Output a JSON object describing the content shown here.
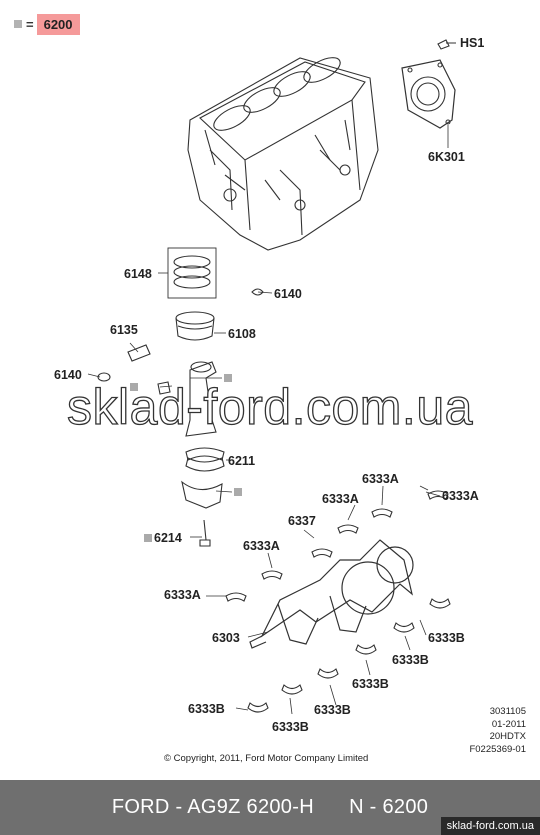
{
  "legend": {
    "marker_icon": "gray-square-icon",
    "equals": "=",
    "code": "6200",
    "highlight_color": "#f59a9a"
  },
  "parts": {
    "hs1": "HS1",
    "seal": "6K301",
    "rings": "6148",
    "piston_clip_top": "6140",
    "piston": "6108",
    "pin": "6135",
    "piston_clip_left": "6140",
    "bearing_conrod": "6211",
    "bolt": "6214",
    "thrust_washer": "6337",
    "crankshaft": "6303",
    "upper_bearings": [
      "6333A",
      "6333A",
      "6333A",
      "6333A",
      "6333A"
    ],
    "lower_bearings": [
      "6333B",
      "6333B",
      "6333B",
      "6333B",
      "6333B",
      "6333B"
    ]
  },
  "watermark": "sklad-ford.com.ua",
  "meta": {
    "line1": "3031105",
    "line2": "01-2011",
    "line3": "20HDTX",
    "line4": "F0225369-01"
  },
  "copyright": "© Copyright, 2011, Ford Motor Company Limited",
  "footer": {
    "title": "FORD - AG9Z 6200-H      N - 6200",
    "site": "sklad-ford.com.ua"
  }
}
